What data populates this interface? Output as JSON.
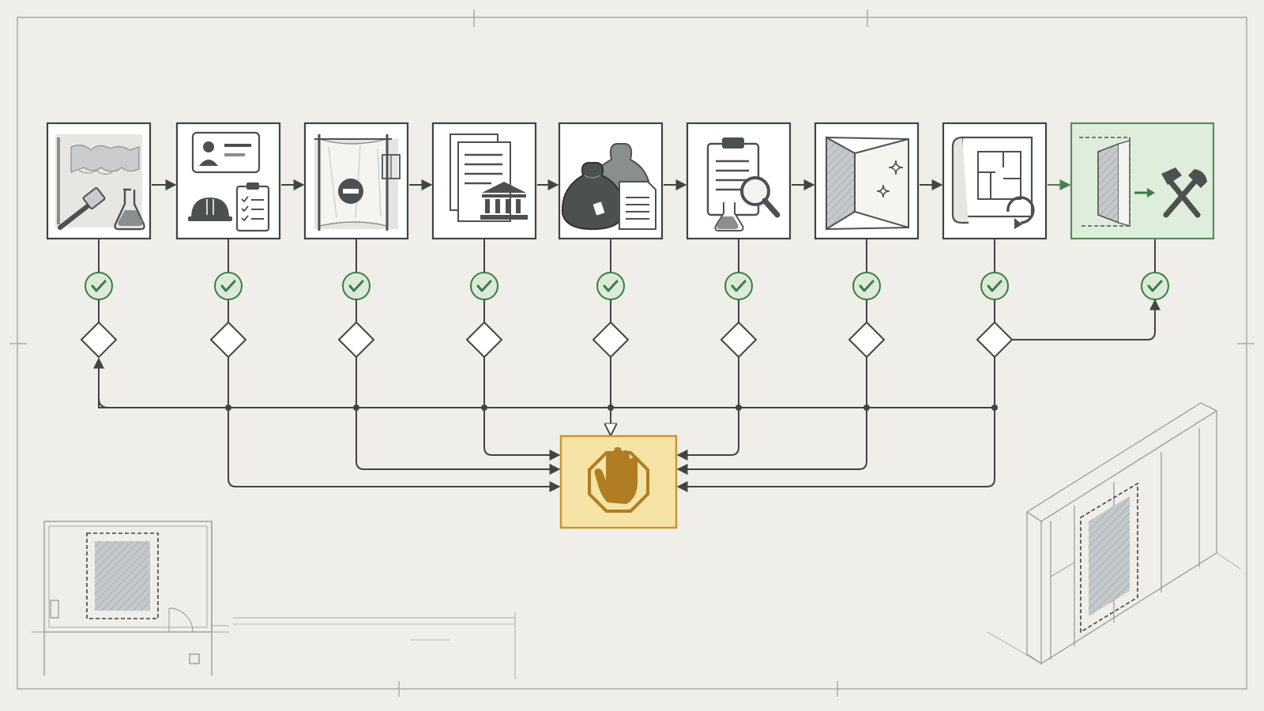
{
  "diagram": {
    "title": "",
    "steps": [
      {
        "id": "s1",
        "icon": "paint-brush-flask-icon",
        "subject": "surface-sampling"
      },
      {
        "id": "s2",
        "icon": "id-card-hardhat-checklist-icon",
        "subject": "credentials-and-plan"
      },
      {
        "id": "s3",
        "icon": "containment-sheet-no-entry-icon",
        "subject": "containment"
      },
      {
        "id": "s4",
        "icon": "documents-government-icon",
        "subject": "notification"
      },
      {
        "id": "s5",
        "icon": "waste-bags-manifest-icon",
        "subject": "waste-disposal"
      },
      {
        "id": "s6",
        "icon": "clipboard-magnifier-flask-icon",
        "subject": "inspection-testing"
      },
      {
        "id": "s7",
        "icon": "clean-room-sparkle-icon",
        "subject": "final-clean"
      },
      {
        "id": "s8",
        "icon": "blueprint-refresh-icon",
        "subject": "plan-update"
      },
      {
        "id": "s9",
        "icon": "wall-opening-tools-icon",
        "subject": "proceed-to-work",
        "highlight": true
      }
    ],
    "stop": {
      "icon": "stop-hand-icon"
    },
    "decoration": [
      "floor-plan-sketch",
      "wall-framing-sketch"
    ]
  },
  "colors": {
    "background": "#efeee8",
    "line": "#3f4542",
    "icon_dark": "#4c5150",
    "icon_mid": "#8a8e8c",
    "icon_light": "#c9ccca",
    "check_fill": "#dcebd8",
    "check_stroke": "#3e7a48",
    "highlight_fill": "#dfeedb",
    "highlight_stroke": "#5a8a5e",
    "stop_fill": "#f6e3a6",
    "stop_stroke": "#c9952e",
    "stop_icon": "#b07d22",
    "sketch": "#8d918f",
    "sheet_border": "#9a9d9b"
  }
}
